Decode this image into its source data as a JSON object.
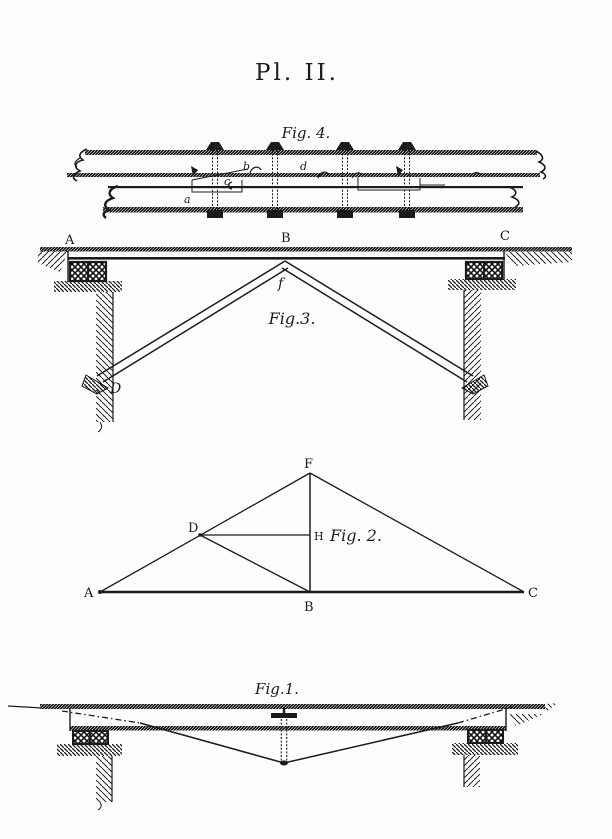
{
  "plate": {
    "title": "Pl. II.",
    "ink_color": "#1b1b1b",
    "paper_color": "#fdfdfc"
  },
  "figures": {
    "fig4": {
      "caption": "Fig. 4.",
      "labels": {
        "a": "a",
        "b": "b",
        "c": "c",
        "d": "d"
      }
    },
    "fig3": {
      "caption": "Fig.3.",
      "labels": {
        "A": "A",
        "B": "B",
        "C": "C",
        "f": "f",
        "D": "D"
      }
    },
    "fig2": {
      "caption": "Fig. 2.",
      "labels": {
        "A": "A",
        "B": "B",
        "C": "C",
        "D": "D",
        "F": "F",
        "H": "H"
      }
    },
    "fig1": {
      "caption": "Fig.1."
    }
  }
}
